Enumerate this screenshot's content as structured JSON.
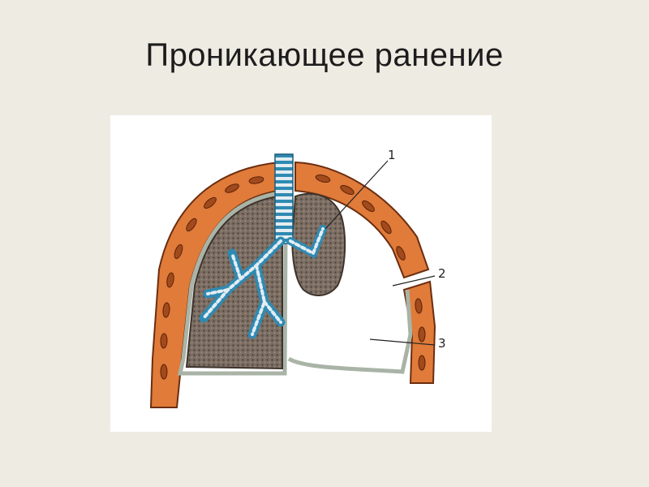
{
  "slide": {
    "title": "Проникающее ранение"
  },
  "diagram": {
    "callouts": [
      "1",
      "2",
      "3"
    ],
    "colors": {
      "chest_wall": "#e07b3a",
      "rib": "#a24a1c",
      "pleura": "#a9b4a7",
      "lung_tissue": "#77685f",
      "bronchi": "#2f8ab2",
      "bronchi_stripe": "#e3edf3",
      "cavity": "#ffffff"
    }
  }
}
